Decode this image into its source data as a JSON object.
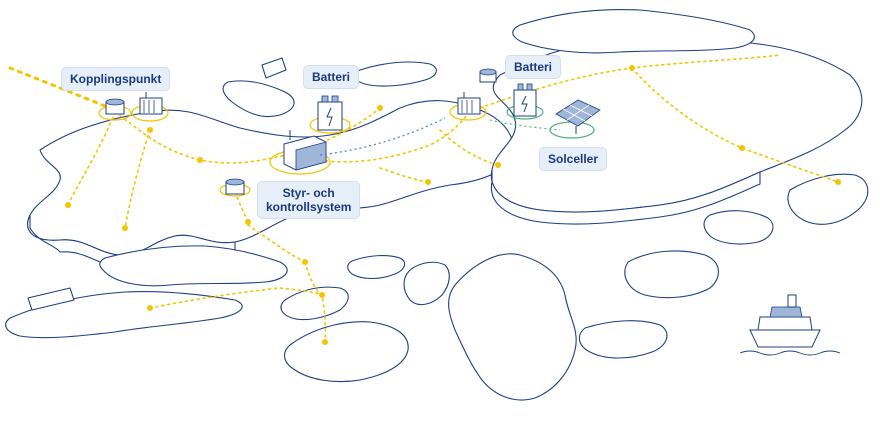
{
  "labels": {
    "kopplingspunkt": "Kopplingspunkt",
    "batteri_1": "Batteri",
    "batteri_2": "Batteri",
    "solceller": "Solceller",
    "styr_line1": "Styr- och",
    "styr_line2": "kontrollsystem"
  },
  "colors": {
    "outline": "#1f3f85",
    "route": "#f2c500",
    "label_bg": "#e6eef8",
    "label_text": "#1a3a78",
    "green_ring": "#4cb37a"
  },
  "icons": [
    "transformer-icon",
    "battery-icon",
    "container-icon",
    "solar-panel-icon",
    "ship-icon",
    "tank-icon"
  ]
}
